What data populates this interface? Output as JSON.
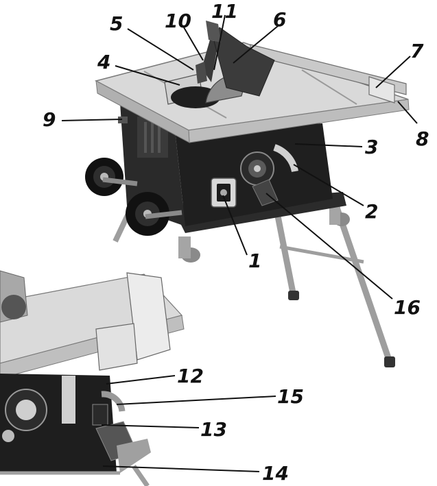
{
  "figure": {
    "views": [
      "top-view",
      "detail-view"
    ]
  },
  "callouts": [
    {
      "id": "1",
      "label": "1"
    },
    {
      "id": "2",
      "label": "2"
    },
    {
      "id": "3",
      "label": "3"
    },
    {
      "id": "4",
      "label": "4"
    },
    {
      "id": "5",
      "label": "5"
    },
    {
      "id": "6",
      "label": "6"
    },
    {
      "id": "7",
      "label": "7"
    },
    {
      "id": "8",
      "label": "8"
    },
    {
      "id": "9",
      "label": "9"
    },
    {
      "id": "10",
      "label": "10"
    },
    {
      "id": "11",
      "label": "11"
    },
    {
      "id": "12",
      "label": "12"
    },
    {
      "id": "13",
      "label": "13"
    },
    {
      "id": "14",
      "label": "14"
    },
    {
      "id": "15",
      "label": "15"
    },
    {
      "id": "16",
      "label": "16"
    }
  ],
  "colors": {
    "label": "#111111",
    "table_top": "#d9d9d9",
    "housing": "#1f1f1f",
    "metal": "#bdbdbd",
    "legs": "#9e9e9e"
  }
}
